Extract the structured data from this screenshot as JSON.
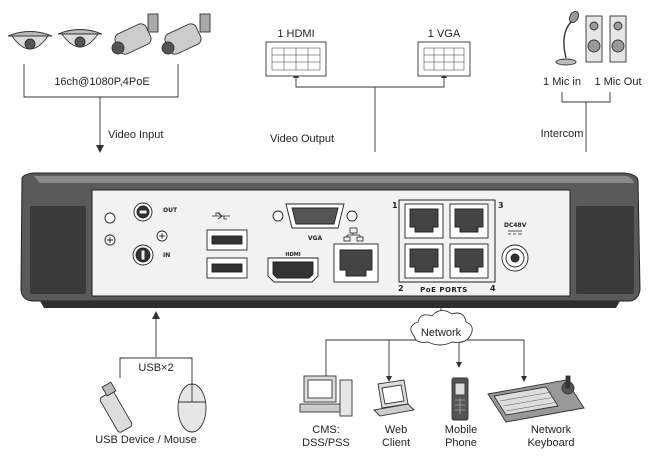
{
  "cameras": {
    "label": "16ch@1080P,4PoE"
  },
  "video_input": {
    "label": "Video Input"
  },
  "video_output": {
    "label": "Video Output",
    "hdmi_monitor": "1 HDMI",
    "vga_monitor": "1 VGA"
  },
  "intercom": {
    "label": "Intercom",
    "mic_in": "1 Mic in",
    "mic_out": "1 Mic Out"
  },
  "panel": {
    "out_label": "OUT",
    "in_label": "IN",
    "vga_label": "VGA",
    "hdmi_label": "HDMI",
    "poe_label": "PoE PORTS",
    "port_1": "1",
    "port_2": "2",
    "port_3": "3",
    "port_4": "4",
    "power_label": "DC48V"
  },
  "usb": {
    "count_label": "USB×2",
    "device_label": "USB Device / Mouse"
  },
  "network": {
    "label": "Network",
    "cms_line1": "CMS:",
    "cms_line2": "DSS/PSS",
    "web_line1": "Web",
    "web_line2": "Client",
    "mobile_line1": "Mobile",
    "mobile_line2": "Phone",
    "keyboard_line1": "Network",
    "keyboard_line2": "Keyboard"
  }
}
